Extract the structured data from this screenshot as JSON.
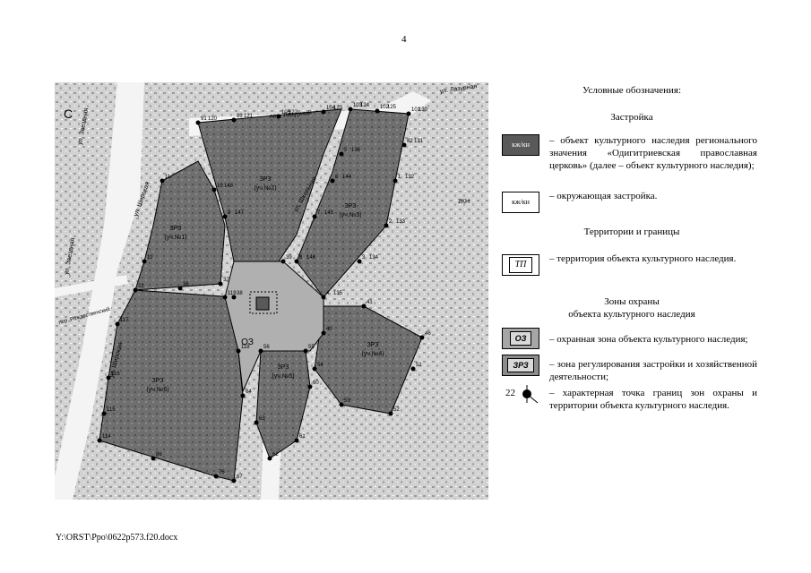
{
  "page_number": "4",
  "footer_path": "Y:\\ORST\\Ppo\\0622p573.f20.docx",
  "legend": {
    "title": "Условные обозначения:",
    "section_buildings": "Застройка",
    "okn_symbol": "кж/кн",
    "okn_desc": "– объект культурного наследия регионального значения «Одигитриевская православная церковь» (далее – объект культурного наследия);",
    "env_symbol": "кж/кн",
    "env_desc": "– окружающая застройка.",
    "section_territory": "Территории и границы",
    "tp_symbol": "ТП",
    "tp_desc": "– территория объекта культурного наследия.",
    "section_zones_1": "Зоны охраны",
    "section_zones_2": "объекта культурного наследия",
    "oz_symbol": "ОЗ",
    "oz_desc": "– охранная зона объекта культурного наследия;",
    "zrz_symbol": "ЗРЗ",
    "zrz_desc": "– зона регулирования застройки и хозяйственной деятельности;",
    "point_label": "22",
    "point_desc": "– характерная точка границ зон охраны и территории объекта культурного наследия."
  },
  "map": {
    "north": "С",
    "streets": {
      "zvezdnaya_top": "ул. Звездная",
      "zvezdnaya_left": "ул. Звездная",
      "shirokaya_top": "ул. Широкая",
      "shirokaya_bottom": "ул. Широкая",
      "rozhdestvenskiy": "пер. Рождественский",
      "lazurny_top": "пер. Лазурный",
      "lazurnaya": "ул. Лазурная",
      "shkolnaya": "ул. Школьная"
    },
    "zones": {
      "oz": "ОЗ",
      "z1a": "ЗРЗ",
      "z1b": "(уч.№1)",
      "z2a": "ЗРЗ",
      "z2b": "(уч.№2)",
      "z3a": "ЗРЗ",
      "z3b": "(уч.№3)",
      "z4a": "ЗРЗ",
      "z4b": "(уч.№4)",
      "z5a": "ЗРЗ",
      "z5b": "(уч.№5)",
      "z6a": "ЗРЗ",
      "z6b": "(уч.№6)"
    },
    "building_kzh": "2КН",
    "point_labels": [
      "91",
      "83",
      "105",
      "104",
      "103",
      "102",
      "101",
      "82",
      "1",
      "2",
      "3",
      "4",
      "5",
      "6",
      "7",
      "8",
      "9",
      "10",
      "11",
      "12",
      "22",
      "36",
      "37",
      "38",
      "39",
      "40",
      "41",
      "46",
      "51",
      "52",
      "53",
      "54",
      "55",
      "56",
      "60",
      "61",
      "62",
      "63",
      "64",
      "67",
      "76",
      "86",
      "114",
      "115",
      "116",
      "117",
      "118",
      "119",
      "120",
      "121",
      "122",
      "123",
      "124",
      "125",
      "130",
      "131",
      "132",
      "133",
      "134",
      "135",
      "136",
      "144",
      "145",
      "146",
      "147",
      "148"
    ]
  },
  "colors": {
    "zone_fill": "#6f6f6f",
    "oz_fill": "#b0b0b0",
    "okn_fill": "#595959"
  }
}
